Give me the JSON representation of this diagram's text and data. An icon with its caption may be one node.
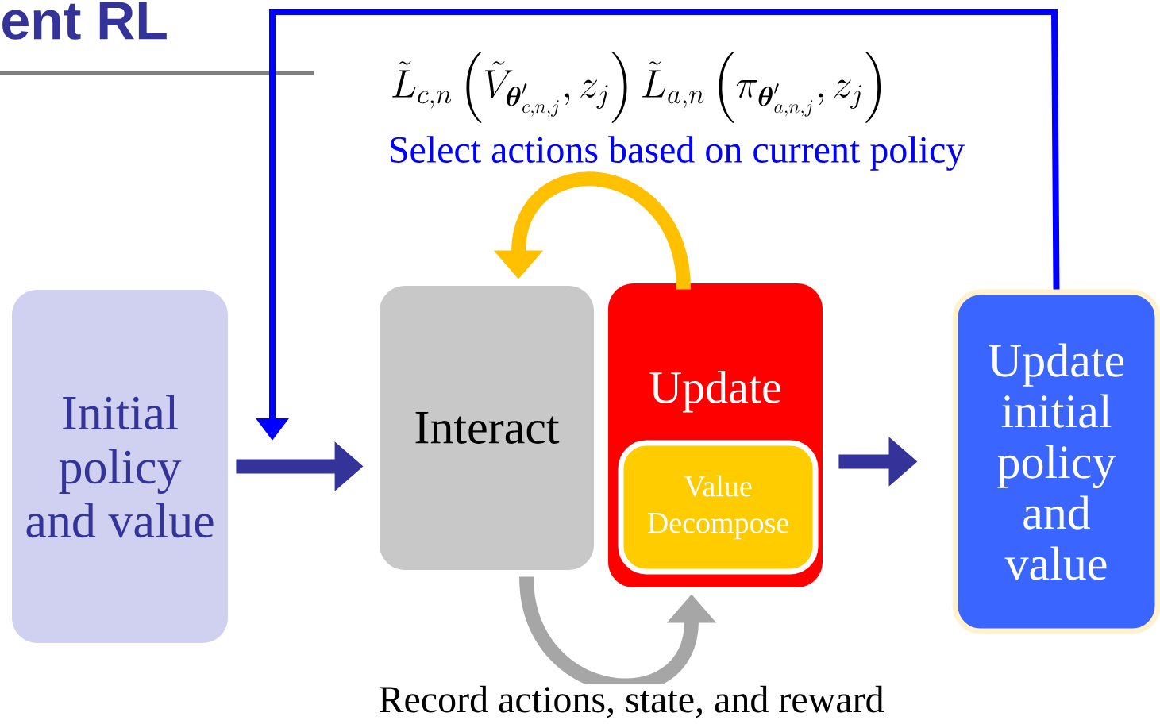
{
  "diagram": {
    "nodes": [
      {
        "text": [
          "Initial policy and value"
        ]
      },
      {
        "text": [
          "Interact"
        ]
      },
      {
        "text": [
          "Update"
        ]
      },
      {
        "text": [
          "Value Decompose"
        ],
        "in": 2
      },
      {
        "text": [
          "Update initial policy and value"
        ]
      }
    ],
    "edges": [
      {
        "from": 0,
        "to": 1,
        "arrow": "to"
      },
      {
        "from": 2,
        "to": 4,
        "arrow": "to"
      },
      {
        "from": 4,
        "to": null,
        "arrow": "to",
        "color": "#0000ff"
      },
      {
        "from": 2,
        "to": 1,
        "arrow": "to",
        "color": "#ffc000"
      },
      {
        "from": 1,
        "to": 2,
        "arrow": "to",
        "color": "#a6a6a6",
        "label": "Record actions, state, and reward"
      }
    ],
    "labels": [
      "ent RL",
      "Select actions based on current policy",
      "\\tilde{L}_{c,n}\\left(\\tilde{V}_{\\boldsymbol{\\theta}'_{c,n,j}}, z_j\\right)\\tilde{L}_{a,n}\\left(\\pi_{\\boldsymbol{\\theta}'_{a,n,j}}, z_j\\right)"
    ]
  }
}
